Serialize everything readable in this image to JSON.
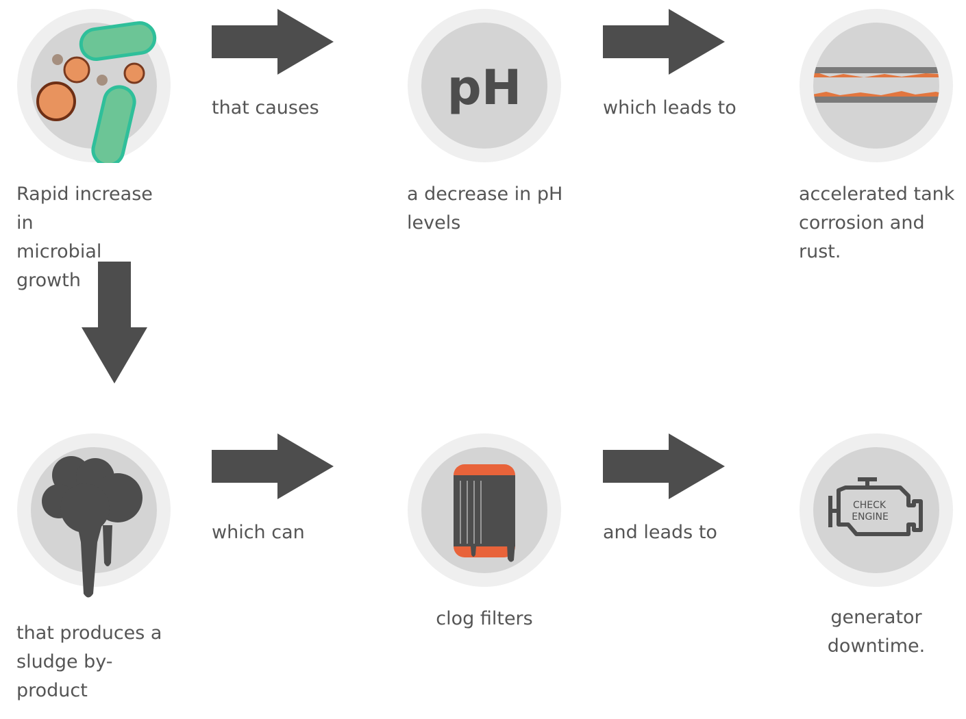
{
  "steps": [
    {
      "caption_lines": [
        "Rapid increase in",
        "microbial growth"
      ],
      "icon": "microbes-icon"
    },
    {
      "caption_lines": [
        "a decrease in pH",
        "levels"
      ],
      "icon": "ph-icon",
      "icon_text": "pH"
    },
    {
      "caption_lines": [
        "accelerated tank",
        "corrosion and",
        "rust."
      ],
      "icon": "corroded-pipe-icon"
    },
    {
      "caption_lines": [
        "that produces a",
        "sludge by-",
        "product"
      ],
      "icon": "sludge-icon"
    },
    {
      "caption_lines": [
        "clog filters"
      ],
      "icon": "clogged-filter-icon"
    },
    {
      "caption_lines": [
        "generator",
        "downtime."
      ],
      "icon": "check-engine-icon",
      "icon_text": [
        "CHECK",
        "ENGINE"
      ]
    }
  ],
  "connectors": [
    {
      "label": "that causes",
      "direction": "right"
    },
    {
      "label": "which leads to",
      "direction": "right"
    },
    {
      "label": "",
      "direction": "down"
    },
    {
      "label": "which can",
      "direction": "right"
    },
    {
      "label": "and leads to",
      "direction": "right"
    }
  ],
  "colors": {
    "arrow": "#4d4d4d",
    "circle_outer": "#efefef",
    "circle_inner": "#d4d4d4",
    "microbe_green": "#6cc596",
    "microbe_green_border": "#2fbf9a",
    "microbe_orange": "#e8935e",
    "rust": "#e2763f",
    "filter_orange": "#e8633a",
    "dark": "#4d4d4d"
  }
}
